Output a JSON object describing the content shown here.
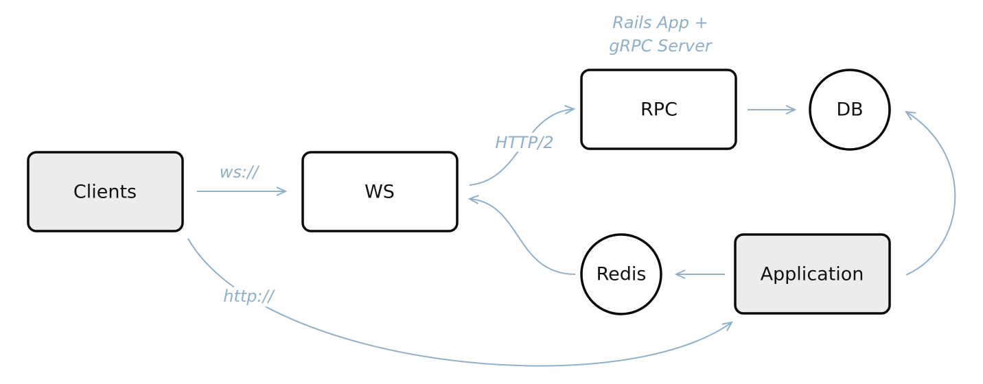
{
  "diagram": {
    "nodes": {
      "clients": "Clients",
      "ws": "WS",
      "rpc": "RPC",
      "db": "DB",
      "redis": "Redis",
      "application": "Application"
    },
    "annotations": {
      "rpc_note_line1": "Rails App +",
      "rpc_note_line2": "gRPC Server"
    },
    "edge_labels": {
      "clients_ws": "ws://",
      "ws_rpc": "HTTP/2",
      "clients_application": "http://"
    },
    "colors": {
      "edge": "#8fb0c8",
      "node_stroke": "#0a0a0a",
      "node_fill": "#ffffff",
      "external_node_fill": "#ececec",
      "text": "#111111"
    }
  }
}
